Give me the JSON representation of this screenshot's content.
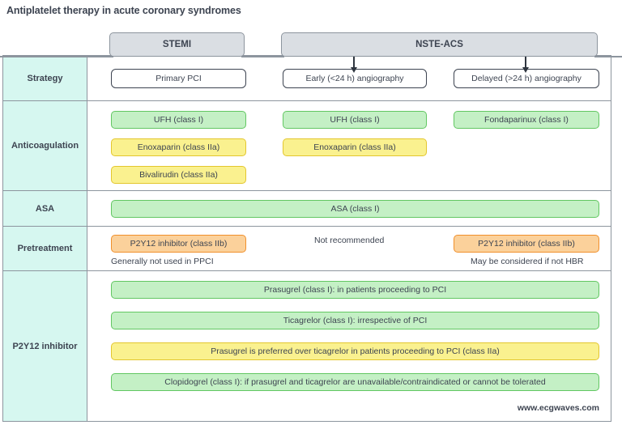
{
  "title": "Antiplatelet therapy in acute coronary syndromes",
  "footer": "www.ecgwaves.com",
  "colors": {
    "label_bg": "#d6f7f0",
    "header_bg": "#dadee3",
    "class_I_green": "#c4f0c5",
    "class_IIa_yellow": "#faf18f",
    "class_IIb_orange": "#fbd19b",
    "border_gray": "#8d959e",
    "text": "#3d4451"
  },
  "headers": {
    "stemi": "STEMI",
    "nste_acs": "NSTE-ACS"
  },
  "rows": {
    "strategy": {
      "label": "Strategy",
      "items": [
        {
          "text": "Primary PCI",
          "style": "white",
          "column": 1
        },
        {
          "text": "Early (<24 h) angiography",
          "style": "white",
          "column": 2
        },
        {
          "text": "Delayed (>24 h) angiography",
          "style": "white",
          "column": 3
        }
      ]
    },
    "anticoagulation": {
      "label": "Anticoagulation",
      "items": [
        {
          "text": "UFH (class I)",
          "style": "green",
          "column": 1
        },
        {
          "text": "UFH (class I)",
          "style": "green",
          "column": 2
        },
        {
          "text": "Fondaparinux (class I)",
          "style": "green",
          "column": 3
        },
        {
          "text": "Enoxaparin (class IIa)",
          "style": "yellow",
          "column": 1
        },
        {
          "text": "Enoxaparin (class IIa)",
          "style": "yellow",
          "column": 2
        },
        {
          "text": "Bivalirudin (class IIa)",
          "style": "yellow",
          "column": 1
        }
      ]
    },
    "asa": {
      "label": "ASA",
      "items": [
        {
          "text": "ASA (class I)",
          "style": "green",
          "column": "full"
        }
      ]
    },
    "pretreatment": {
      "label": "Pretreatment",
      "items": [
        {
          "text": "P2Y12 inhibitor (class IIb)",
          "style": "orange",
          "column": 1
        },
        {
          "text": "P2Y12 inhibitor (class IIb)",
          "style": "orange",
          "column": 3
        }
      ],
      "notes": [
        {
          "text": "Generally not used in PPCI",
          "column": 1
        },
        {
          "text": "Not recommended",
          "column": 2
        },
        {
          "text": "May be considered if not HBR",
          "column": 3
        }
      ]
    },
    "p2y12": {
      "label": "P2Y12 inhibitor",
      "items": [
        {
          "text": "Prasugrel (class I): in patients proceeding to PCI",
          "style": "green",
          "column": "full"
        },
        {
          "text": "Ticagrelor (class I): irrespective of PCI",
          "style": "green",
          "column": "full"
        },
        {
          "text": "Prasugrel is preferred over ticagrelor in patients proceeding to PCI (class IIa)",
          "style": "yellow",
          "column": "full"
        },
        {
          "text": "Clopidogrel (class I): if prasugrel and ticagrelor are unavailable/contraindicated or cannot be tolerated",
          "style": "green",
          "column": "full"
        }
      ]
    }
  }
}
